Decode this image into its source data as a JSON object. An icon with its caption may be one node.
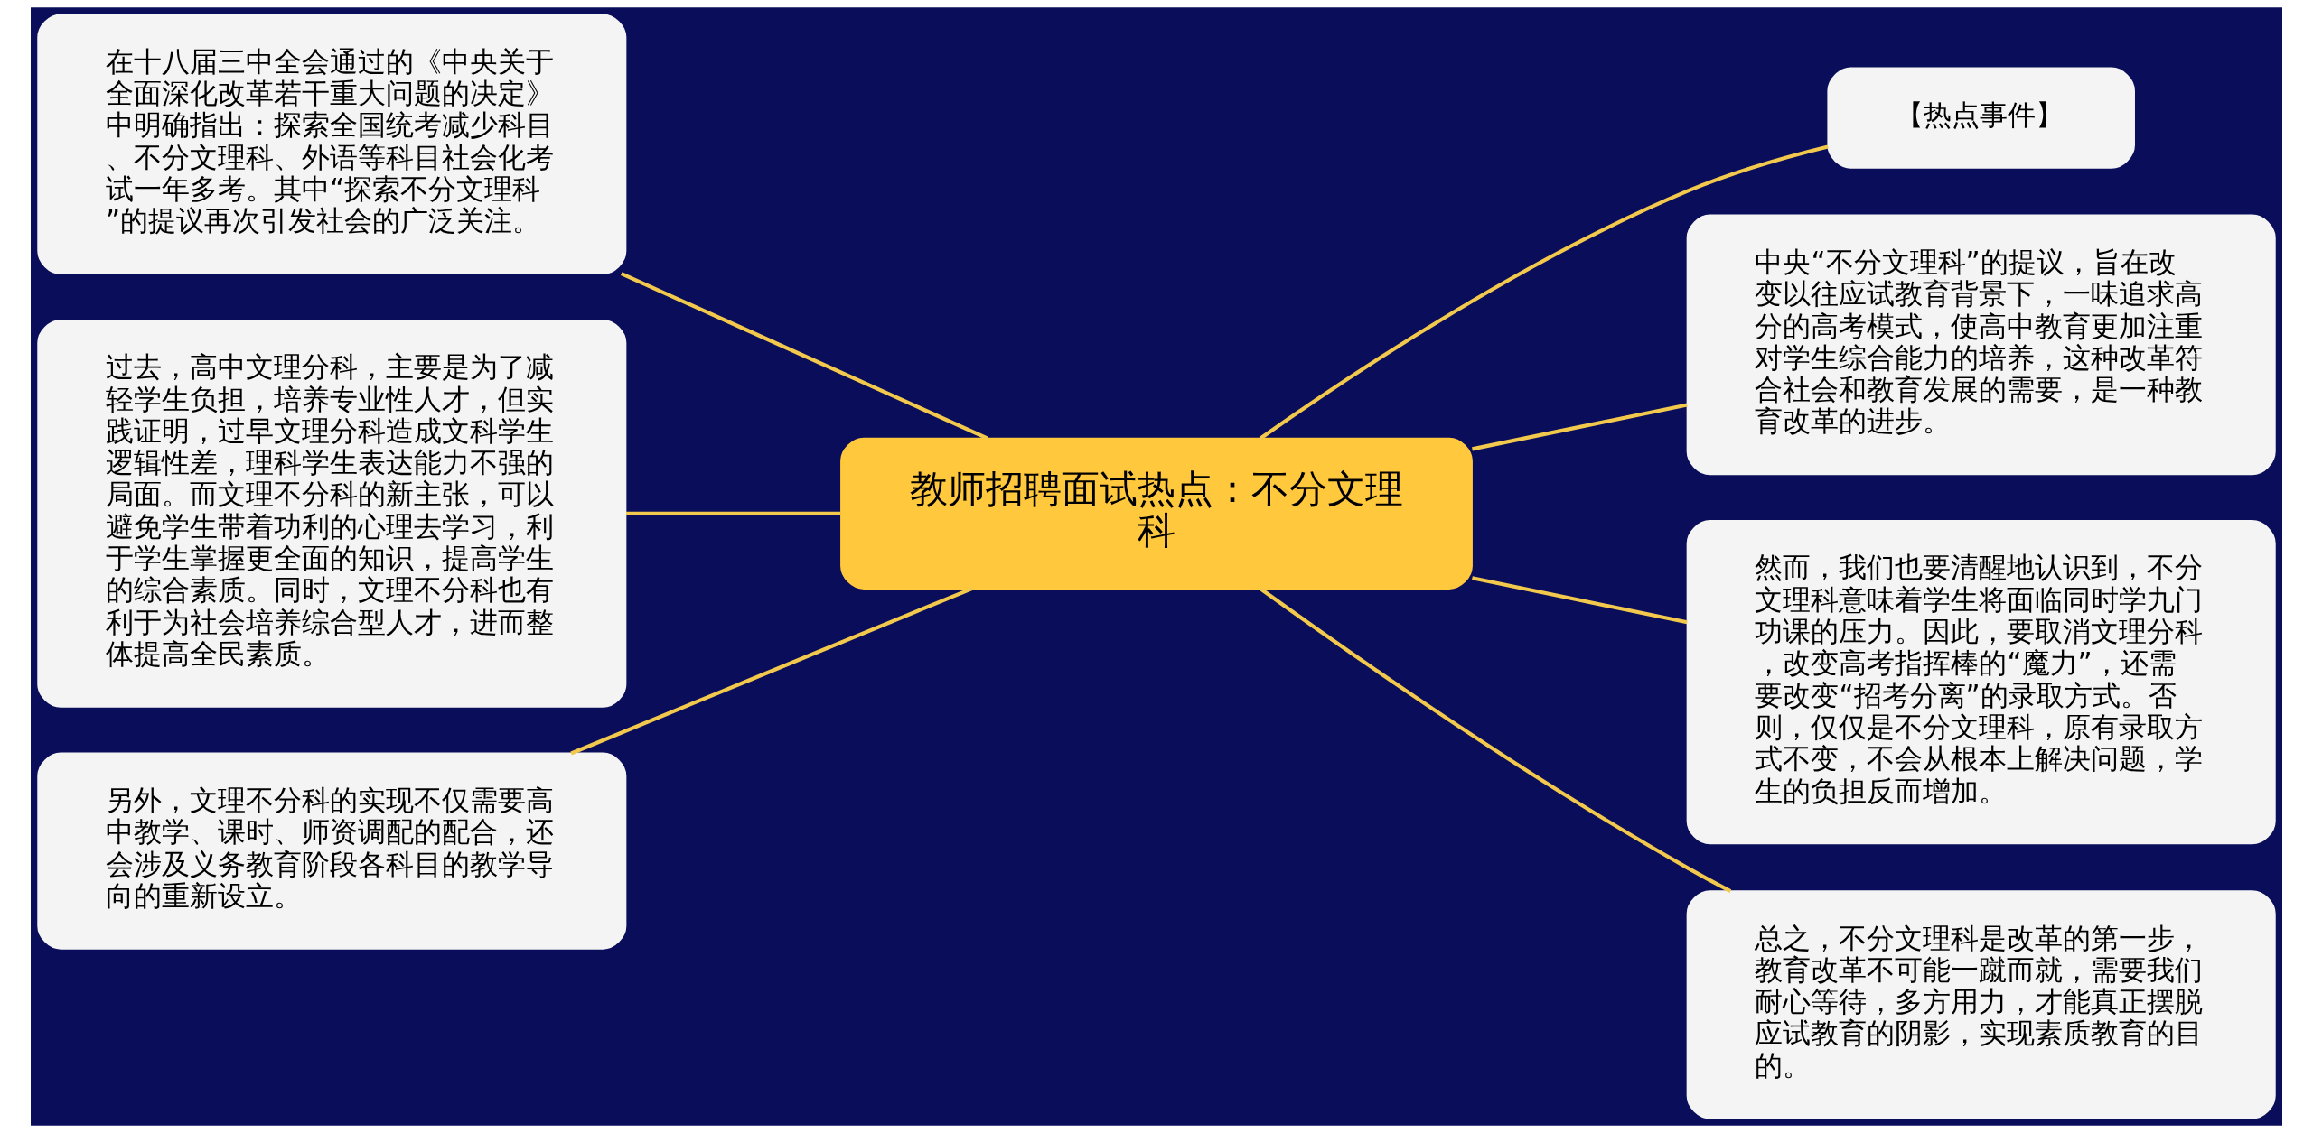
{
  "diagram": {
    "nodes": [
      {
        "text": [
          "教师招聘面试热点：不分文理科"
        ]
      },
      {
        "text": [
          "在十八届三中全会通过的《中央关于全面深化改革若干重大问题的决定》中明确指出：探索全国统考减少科目、不分文理科、外语等科目社会化考试一年多考。其中“探索不分文理科”的提议再次引发社会的广泛关注。"
        ]
      },
      {
        "text": [
          "过去，高中文理分科，主要是为了减轻学生负担，培养专业性人才，但实践证明，过早文理分科造成文科学生逻辑性差，理科学生表达能力不强的局面。而文理不分科的新主张，可以避免学生带着功利的心理去学习，利于学生掌握更全面的知识，提高学生的综合素质。同时，文理不分科也有利于为社会培养综合型人才，进而整体提高全民素质。"
        ]
      },
      {
        "text": [
          "另外，文理不分科的实现不仅需要高中教学、课时、师资调配的配合，还会涉及义务教育阶段各科目的教学导向的重新设立。"
        ]
      },
      {
        "text": [
          "【热点事件】"
        ]
      },
      {
        "text": [
          "中央“不分文理科”的提议，旨在改变以往应试教育背景下，一味追求高分的高考模式，使高中教育更加注重对学生综合能力的培养，这种改革符合社会和教育发展的需要，是一种教育改革的进步。"
        ]
      },
      {
        "text": [
          "然而，我们也要清醒地认识到，不分文理科意味着学生将面临同时学九门功课的压力。因此，要取消文理分科，改变高考指挥棒的“魔力”，还需要改变“招考分离”的录取方式。否则，仅仅是不分文理科，原有录取方式不变，不会从根本上解决问题，学生的负担反而增加。"
        ]
      },
      {
        "text": [
          "总之，不分文理科是改革的第一步，教育改革不可能一蹴而就，需要我们耐心等待，多方用力，才能真正摆脱应试教育的阴影，实现素质教育的目的。"
        ]
      }
    ],
    "edges": [
      {
        "from": 0,
        "to": 1,
        "arrow": "none"
      },
      {
        "from": 0,
        "to": 2,
        "arrow": "none"
      },
      {
        "from": 0,
        "to": 3,
        "arrow": "none"
      },
      {
        "from": 0,
        "to": 4,
        "arrow": "none"
      },
      {
        "from": 0,
        "to": 5,
        "arrow": "none"
      },
      {
        "from": 0,
        "to": 6,
        "arrow": "none"
      },
      {
        "from": 0,
        "to": 7,
        "arrow": "none"
      }
    ]
  }
}
